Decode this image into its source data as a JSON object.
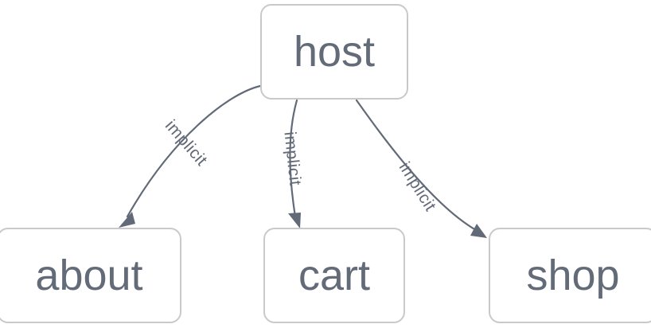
{
  "diagram": {
    "type": "directed-graph",
    "background_color": "#ffffff",
    "node_fill": "#ffffff",
    "node_border_color": "#c9c9c9",
    "text_color": "#636b78",
    "edge_color": "#626a78",
    "nodes": [
      {
        "id": "host",
        "label": "host"
      },
      {
        "id": "about",
        "label": "about"
      },
      {
        "id": "cart",
        "label": "cart"
      },
      {
        "id": "shop",
        "label": "shop"
      }
    ],
    "edges": [
      {
        "from": "host",
        "to": "about",
        "label": "implicit",
        "arrow": "arrowhead-icon"
      },
      {
        "from": "host",
        "to": "cart",
        "label": "implicit",
        "arrow": "arrowhead-icon"
      },
      {
        "from": "host",
        "to": "shop",
        "label": "implicit",
        "arrow": "arrowhead-icon"
      }
    ]
  }
}
